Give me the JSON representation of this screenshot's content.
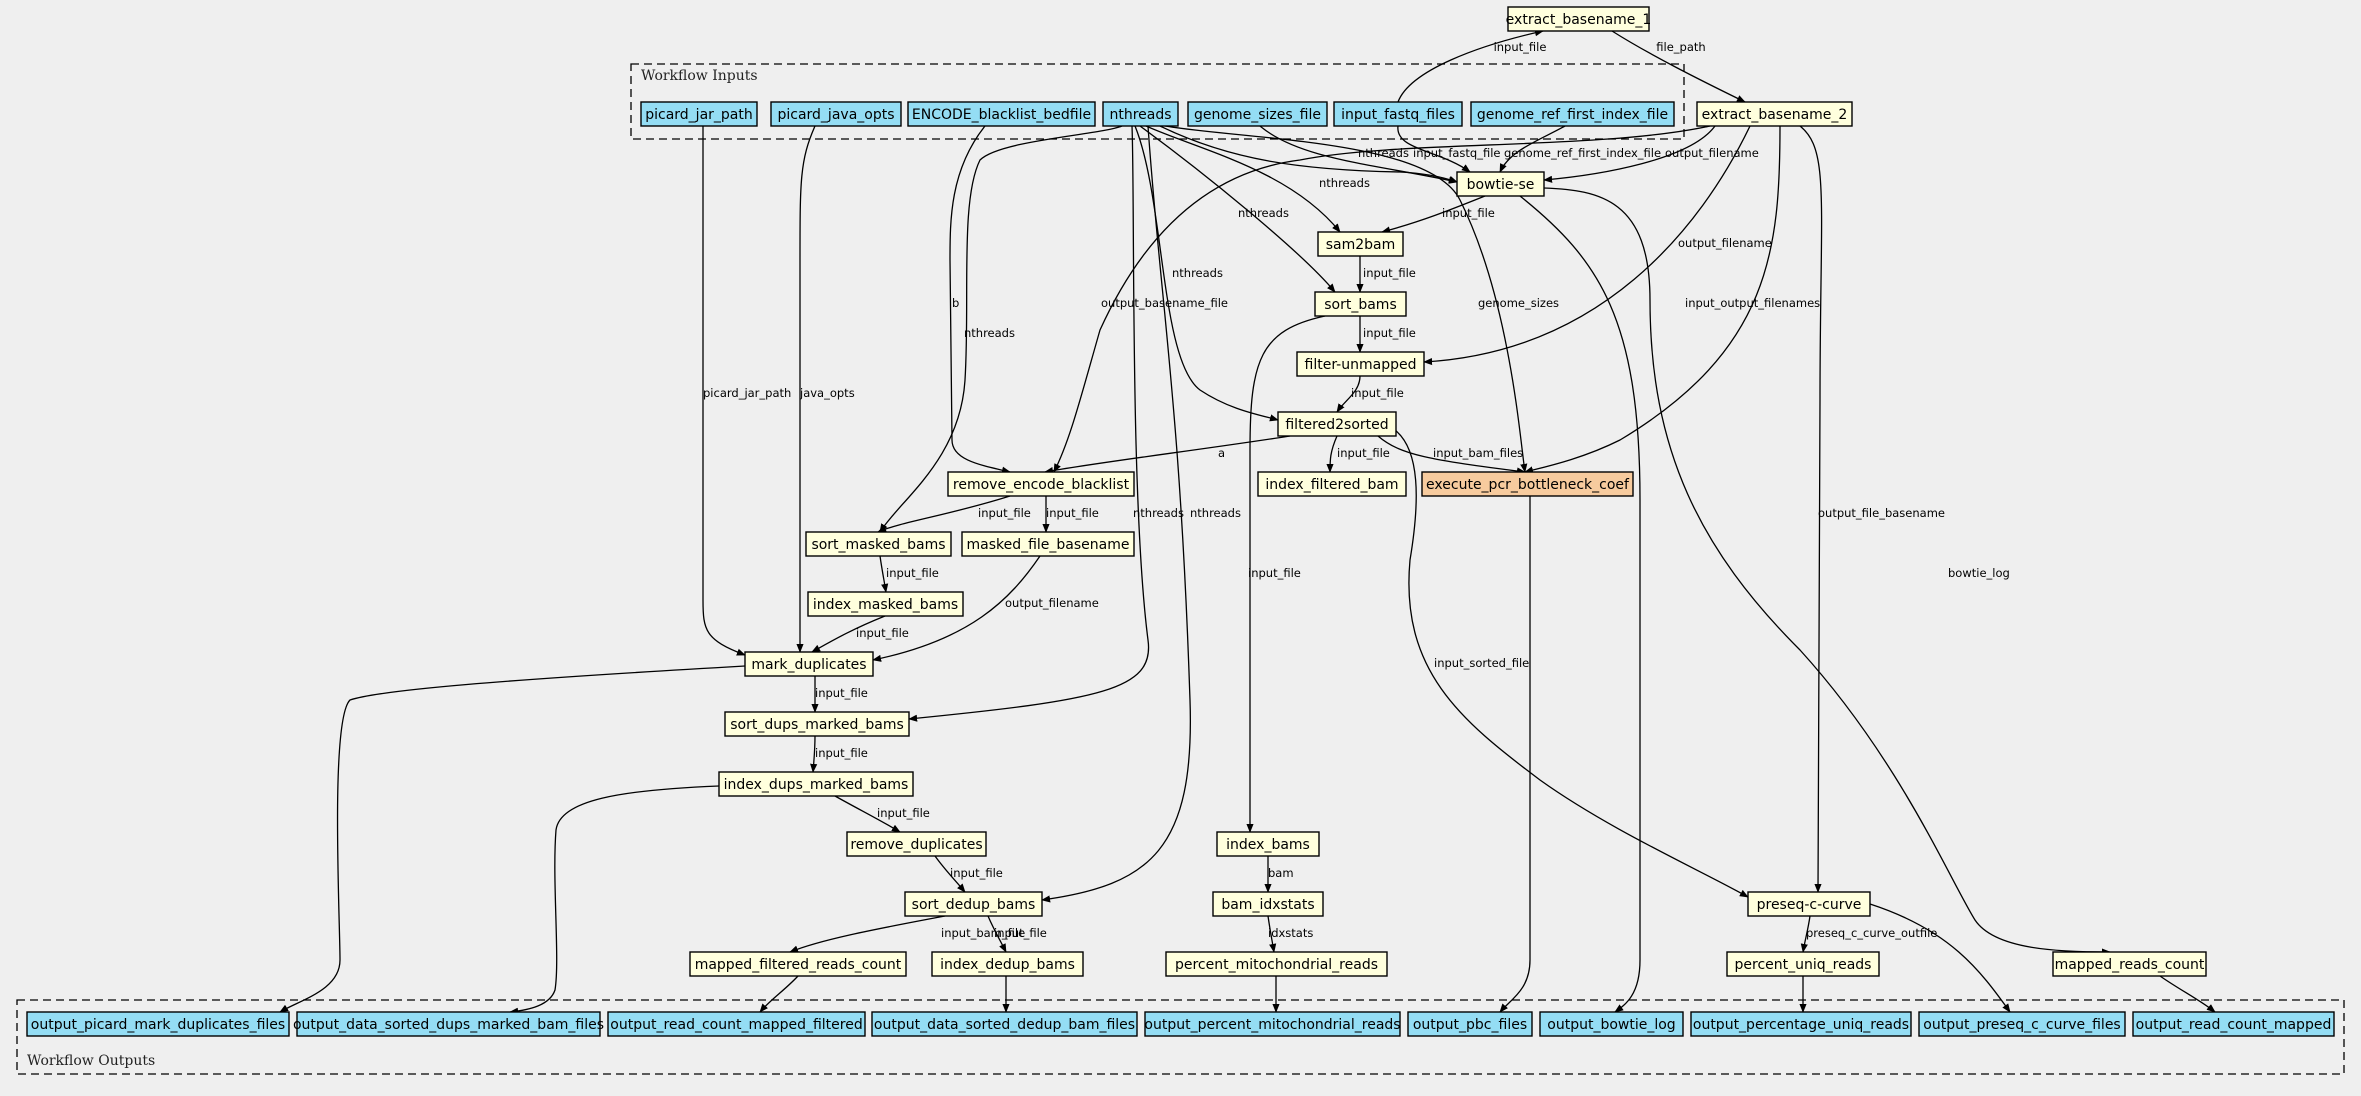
{
  "colors": {
    "background": "#efefef",
    "input_node": "#94ddf4",
    "step_node": "#ffffdd",
    "highlight_node": "#f7cb9e",
    "output_node": "#94ddf4"
  },
  "clusters": {
    "inputs_label": "Workflow Inputs",
    "outputs_label": "Workflow Outputs"
  },
  "nodes": [
    {
      "id": "picard_jar_path",
      "label": "picard_jar_path",
      "kind": "input"
    },
    {
      "id": "picard_java_opts",
      "label": "picard_java_opts",
      "kind": "input"
    },
    {
      "id": "ENCODE_blacklist_bedfile",
      "label": "ENCODE_blacklist_bedfile",
      "kind": "input"
    },
    {
      "id": "nthreads",
      "label": "nthreads",
      "kind": "input"
    },
    {
      "id": "genome_sizes_file",
      "label": "genome_sizes_file",
      "kind": "input"
    },
    {
      "id": "input_fastq_files",
      "label": "input_fastq_files",
      "kind": "input"
    },
    {
      "id": "genome_ref_first_index_file",
      "label": "genome_ref_first_index_file",
      "kind": "input"
    },
    {
      "id": "extract_basename_1",
      "label": "extract_basename_1",
      "kind": "step"
    },
    {
      "id": "extract_basename_2",
      "label": "extract_basename_2",
      "kind": "step"
    },
    {
      "id": "bowtie_se",
      "label": "bowtie-se",
      "kind": "step"
    },
    {
      "id": "sam2bam",
      "label": "sam2bam",
      "kind": "step"
    },
    {
      "id": "sort_bams",
      "label": "sort_bams",
      "kind": "step"
    },
    {
      "id": "filter_unmapped",
      "label": "filter-unmapped",
      "kind": "step"
    },
    {
      "id": "filtered2sorted",
      "label": "filtered2sorted",
      "kind": "step"
    },
    {
      "id": "remove_encode_blacklist",
      "label": "remove_encode_blacklist",
      "kind": "step"
    },
    {
      "id": "index_filtered_bam",
      "label": "index_filtered_bam",
      "kind": "step"
    },
    {
      "id": "execute_pcr_bottleneck_coef",
      "label": "execute_pcr_bottleneck_coef",
      "kind": "highlight"
    },
    {
      "id": "sort_masked_bams",
      "label": "sort_masked_bams",
      "kind": "step"
    },
    {
      "id": "masked_file_basename",
      "label": "masked_file_basename",
      "kind": "step"
    },
    {
      "id": "index_masked_bams",
      "label": "index_masked_bams",
      "kind": "step"
    },
    {
      "id": "mark_duplicates",
      "label": "mark_duplicates",
      "kind": "step"
    },
    {
      "id": "sort_dups_marked_bams",
      "label": "sort_dups_marked_bams",
      "kind": "step"
    },
    {
      "id": "index_dups_marked_bams",
      "label": "index_dups_marked_bams",
      "kind": "step"
    },
    {
      "id": "remove_duplicates",
      "label": "remove_duplicates",
      "kind": "step"
    },
    {
      "id": "sort_dedup_bams",
      "label": "sort_dedup_bams",
      "kind": "step"
    },
    {
      "id": "mapped_filtered_reads_count",
      "label": "mapped_filtered_reads_count",
      "kind": "step"
    },
    {
      "id": "index_dedup_bams",
      "label": "index_dedup_bams",
      "kind": "step"
    },
    {
      "id": "index_bams",
      "label": "index_bams",
      "kind": "step"
    },
    {
      "id": "bam_idxstats",
      "label": "bam_idxstats",
      "kind": "step"
    },
    {
      "id": "percent_mitochondrial_reads",
      "label": "percent_mitochondrial_reads",
      "kind": "step"
    },
    {
      "id": "preseq_c_curve",
      "label": "preseq-c-curve",
      "kind": "step"
    },
    {
      "id": "percent_uniq_reads",
      "label": "percent_uniq_reads",
      "kind": "step"
    },
    {
      "id": "mapped_reads_count",
      "label": "mapped_reads_count",
      "kind": "step"
    },
    {
      "id": "out_picard",
      "label": "output_picard_mark_duplicates_files",
      "kind": "output"
    },
    {
      "id": "out_dups_marked",
      "label": "output_data_sorted_dups_marked_bam_files",
      "kind": "output"
    },
    {
      "id": "out_read_count_filtered",
      "label": "output_read_count_mapped_filtered",
      "kind": "output"
    },
    {
      "id": "out_dedup",
      "label": "output_data_sorted_dedup_bam_files",
      "kind": "output"
    },
    {
      "id": "out_mito",
      "label": "output_percent_mitochondrial_reads",
      "kind": "output"
    },
    {
      "id": "out_pbc",
      "label": "output_pbc_files",
      "kind": "output"
    },
    {
      "id": "out_bowtie_log",
      "label": "output_bowtie_log",
      "kind": "output"
    },
    {
      "id": "out_uniq",
      "label": "output_percentage_uniq_reads",
      "kind": "output"
    },
    {
      "id": "out_preseq",
      "label": "output_preseq_c_curve_files",
      "kind": "output"
    },
    {
      "id": "out_read_count_mapped",
      "label": "output_read_count_mapped",
      "kind": "output"
    }
  ],
  "edges": [
    {
      "id": "e_fastq_eb1",
      "from": "input_fastq_files",
      "to": "extract_basename_1",
      "label": "input_file"
    },
    {
      "id": "e_eb1_eb2",
      "from": "extract_basename_1",
      "to": "extract_basename_2",
      "label": "file_path"
    },
    {
      "id": "e_nthreads_bowtie",
      "from": "nthreads",
      "to": "bowtie_se",
      "label": "nthreads"
    },
    {
      "id": "e_fastq_bowtie",
      "from": "input_fastq_files",
      "to": "bowtie_se",
      "label": "input_fastq_file"
    },
    {
      "id": "e_genref_bowtie",
      "from": "genome_ref_first_index_file",
      "to": "bowtie_se",
      "label": "genome_ref_first_index_file"
    },
    {
      "id": "e_eb2_bowtie",
      "from": "extract_basename_2",
      "to": "bowtie_se",
      "label": "output_filename"
    },
    {
      "id": "e_gsizes_bowtie",
      "from": "genome_sizes_file",
      "to": "bowtie_se",
      "label": ""
    },
    {
      "id": "e_nthreads_sam2bam_a",
      "from": "nthreads",
      "to": "sam2bam",
      "label": "nthreads"
    },
    {
      "id": "e_bowtie_sam2bam",
      "from": "bowtie_se",
      "to": "sam2bam",
      "label": "input_file"
    },
    {
      "id": "e_nthreads_sortbams",
      "from": "nthreads",
      "to": "sort_bams",
      "label": "nthreads"
    },
    {
      "id": "e_sam2bam_sortbams",
      "from": "sam2bam",
      "to": "sort_bams",
      "label": "input_file"
    },
    {
      "id": "e_sortbams_filter",
      "from": "sort_bams",
      "to": "filter_unmapped",
      "label": "input_file"
    },
    {
      "id": "e_eb2_filter",
      "from": "extract_basename_2",
      "to": "filter_unmapped",
      "label": "output_filename"
    },
    {
      "id": "e_filter_f2s",
      "from": "filter_unmapped",
      "to": "filtered2sorted",
      "label": "input_file"
    },
    {
      "id": "e_nthreads_f2s",
      "from": "nthreads",
      "to": "filtered2sorted",
      "label": "nthreads"
    },
    {
      "id": "e_gsizes_pbc",
      "from": "genome_sizes_file",
      "to": "execute_pcr_bottleneck_coef",
      "label": "genome_sizes"
    },
    {
      "id": "e_eb2_pbc",
      "from": "extract_basename_2",
      "to": "execute_pcr_bottleneck_coef",
      "label": "input_output_filenames"
    },
    {
      "id": "e_f2s_pbc",
      "from": "filtered2sorted",
      "to": "execute_pcr_bottleneck_coef",
      "label": "input_bam_files"
    },
    {
      "id": "e_f2s_idxfilt",
      "from": "filtered2sorted",
      "to": "index_filtered_bam",
      "label": "input_file"
    },
    {
      "id": "e_f2s_reb",
      "from": "filtered2sorted",
      "to": "remove_encode_blacklist",
      "label": "a"
    },
    {
      "id": "e_blacklist_reb",
      "from": "ENCODE_blacklist_bedfile",
      "to": "remove_encode_blacklist",
      "label": "b"
    },
    {
      "id": "e_eb2_reb",
      "from": "extract_basename_2",
      "to": "remove_encode_blacklist",
      "label": "output_basename_file"
    },
    {
      "id": "e_nthreads_sortmasked",
      "from": "nthreads",
      "to": "sort_masked_bams",
      "label": "nthreads"
    },
    {
      "id": "e_reb_sortmasked",
      "from": "remove_encode_blacklist",
      "to": "sort_masked_bams",
      "label": "input_file"
    },
    {
      "id": "e_reb_maskedbase",
      "from": "remove_encode_blacklist",
      "to": "masked_file_basename",
      "label": "input_file"
    },
    {
      "id": "e_sortmasked_idxmasked",
      "from": "sort_masked_bams",
      "to": "index_masked_bams",
      "label": "input_file"
    },
    {
      "id": "e_idxmasked_markdup",
      "from": "index_masked_bams",
      "to": "mark_duplicates",
      "label": "input_file"
    },
    {
      "id": "e_maskedbase_markdup",
      "from": "masked_file_basename",
      "to": "mark_duplicates",
      "label": "output_filename"
    },
    {
      "id": "e_jar_markdup",
      "from": "picard_jar_path",
      "to": "mark_duplicates",
      "label": "picard_jar_path"
    },
    {
      "id": "e_opts_markdup",
      "from": "picard_java_opts",
      "to": "mark_duplicates",
      "label": "java_opts"
    },
    {
      "id": "e_markdup_sortdups",
      "from": "mark_duplicates",
      "to": "sort_dups_marked_bams",
      "label": "input_file"
    },
    {
      "id": "e_nthreads_sortdups",
      "from": "nthreads",
      "to": "sort_dups_marked_bams",
      "label": "nthreads"
    },
    {
      "id": "e_sortdups_idxdups",
      "from": "sort_dups_marked_bams",
      "to": "index_dups_marked_bams",
      "label": "input_file"
    },
    {
      "id": "e_idxdups_rmdup",
      "from": "index_dups_marked_bams",
      "to": "remove_duplicates",
      "label": "input_file"
    },
    {
      "id": "e_rmdup_sortdedup",
      "from": "remove_duplicates",
      "to": "sort_dedup_bams",
      "label": "input_file"
    },
    {
      "id": "e_nthreads_sortdedup",
      "from": "nthreads",
      "to": "sort_dedup_bams",
      "label": "nthreads"
    },
    {
      "id": "e_sortdedup_mfrc",
      "from": "sort_dedup_bams",
      "to": "mapped_filtered_reads_count",
      "label": "input_bam_file"
    },
    {
      "id": "e_sortdedup_idxdedup",
      "from": "sort_dedup_bams",
      "to": "index_dedup_bams",
      "label": "input_file"
    },
    {
      "id": "e_sortbams_idxbams",
      "from": "sort_bams",
      "to": "index_bams",
      "label": "input_file"
    },
    {
      "id": "e_idxbams_idxstats",
      "from": "index_bams",
      "to": "bam_idxstats",
      "label": "bam"
    },
    {
      "id": "e_idxstats_pmr",
      "from": "bam_idxstats",
      "to": "percent_mitochondrial_reads",
      "label": "idxstats"
    },
    {
      "id": "e_f2s_preseq",
      "from": "filtered2sorted",
      "to": "preseq_c_curve",
      "label": "input_sorted_file"
    },
    {
      "id": "e_eb2_preseq",
      "from": "extract_basename_2",
      "to": "preseq_c_curve",
      "label": "output_file_basename"
    },
    {
      "id": "e_preseq_puniq",
      "from": "preseq_c_curve",
      "to": "percent_uniq_reads",
      "label": "preseq_c_curve_outfile"
    },
    {
      "id": "e_bowtie_mrc",
      "from": "bowtie_se",
      "to": "mapped_reads_count",
      "label": "bowtie_log"
    },
    {
      "id": "e_markdup_outpicard",
      "from": "mark_duplicates",
      "to": "out_picard",
      "label": ""
    },
    {
      "id": "e_idxdups_outdups",
      "from": "index_dups_marked_bams",
      "to": "out_dups_marked",
      "label": ""
    },
    {
      "id": "e_mfrc_out",
      "from": "mapped_filtered_reads_count",
      "to": "out_read_count_filtered",
      "label": ""
    },
    {
      "id": "e_idxdedup_out",
      "from": "index_dedup_bams",
      "to": "out_dedup",
      "label": ""
    },
    {
      "id": "e_pmr_out",
      "from": "percent_mitochondrial_reads",
      "to": "out_mito",
      "label": ""
    },
    {
      "id": "e_pbc_out",
      "from": "execute_pcr_bottleneck_coef",
      "to": "out_pbc",
      "label": ""
    },
    {
      "id": "e_bowtie_outlog",
      "from": "bowtie_se",
      "to": "out_bowtie_log",
      "label": ""
    },
    {
      "id": "e_puniq_out",
      "from": "percent_uniq_reads",
      "to": "out_uniq",
      "label": ""
    },
    {
      "id": "e_preseq_out",
      "from": "preseq_c_curve",
      "to": "out_preseq",
      "label": ""
    },
    {
      "id": "e_mrc_out",
      "from": "mapped_reads_count",
      "to": "out_read_count_mapped",
      "label": ""
    }
  ]
}
